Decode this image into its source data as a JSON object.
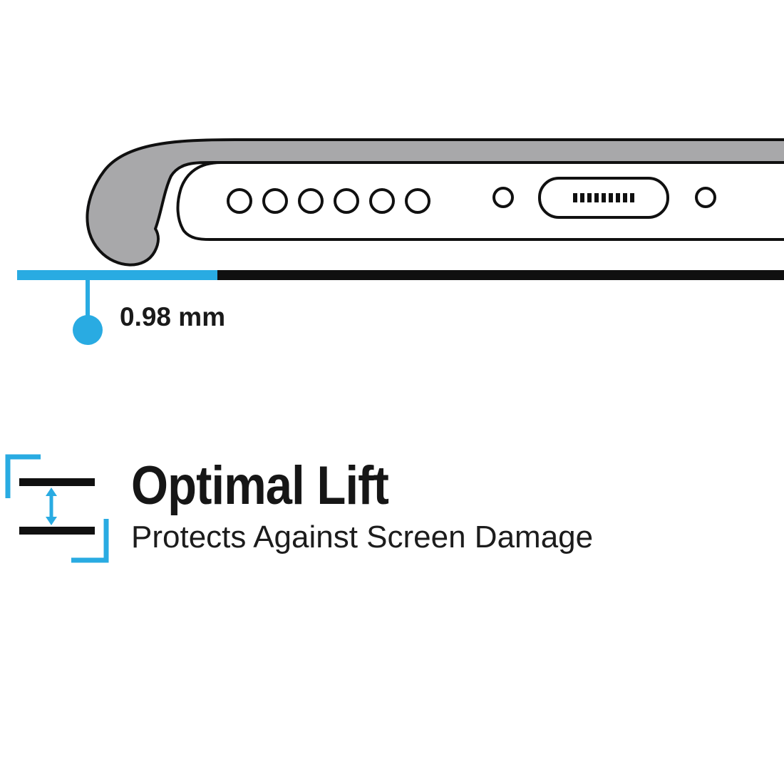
{
  "colors": {
    "accent_cyan": "#29ABE2",
    "case_gray": "#A8A8AA",
    "outline_black": "#101010",
    "text_black": "#1A1A1A",
    "background": "#FFFFFF"
  },
  "diagram": {
    "measurement_label": "0.98 mm",
    "phone": {
      "speaker_holes": 6,
      "screws": 2,
      "port": "charging-port"
    }
  },
  "feature": {
    "title": "Optimal Lift",
    "subtitle": "Protects Against Screen Damage"
  }
}
